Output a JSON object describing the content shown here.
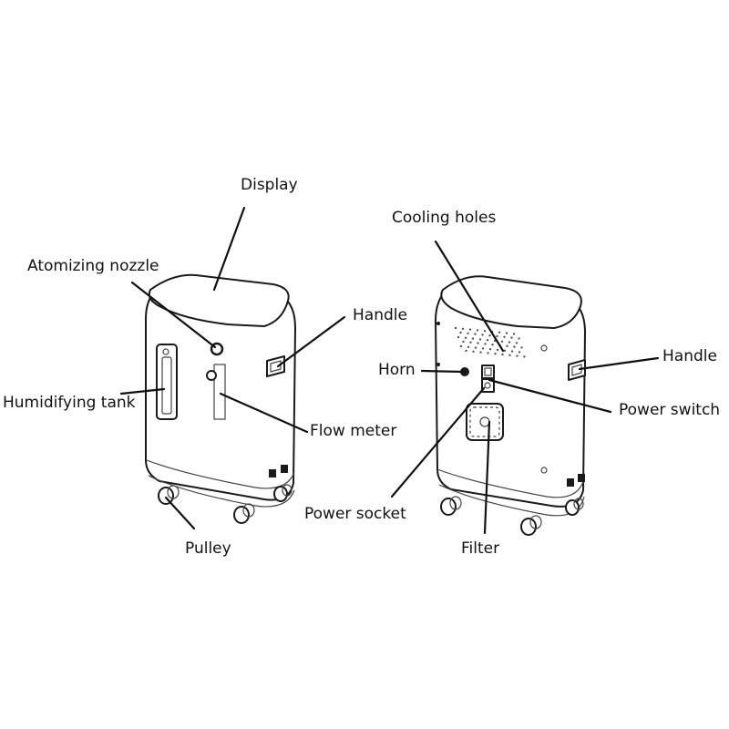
{
  "diagram": {
    "left_unit": {
      "labels": {
        "display": "Display",
        "atomizing_nozzle": "Atomizing nozzle",
        "handle": "Handle",
        "humidifying_tank": "Humidifying tank",
        "flow_meter": "Flow meter",
        "pulley": "Pulley"
      }
    },
    "right_unit": {
      "labels": {
        "cooling_holes": "Cooling holes",
        "handle": "Handle",
        "horn": "Horn",
        "power_switch": "Power switch",
        "power_socket": "Power socket",
        "filter": "Filter"
      }
    },
    "colors": {
      "line": "#111111",
      "background": "#ffffff"
    }
  }
}
